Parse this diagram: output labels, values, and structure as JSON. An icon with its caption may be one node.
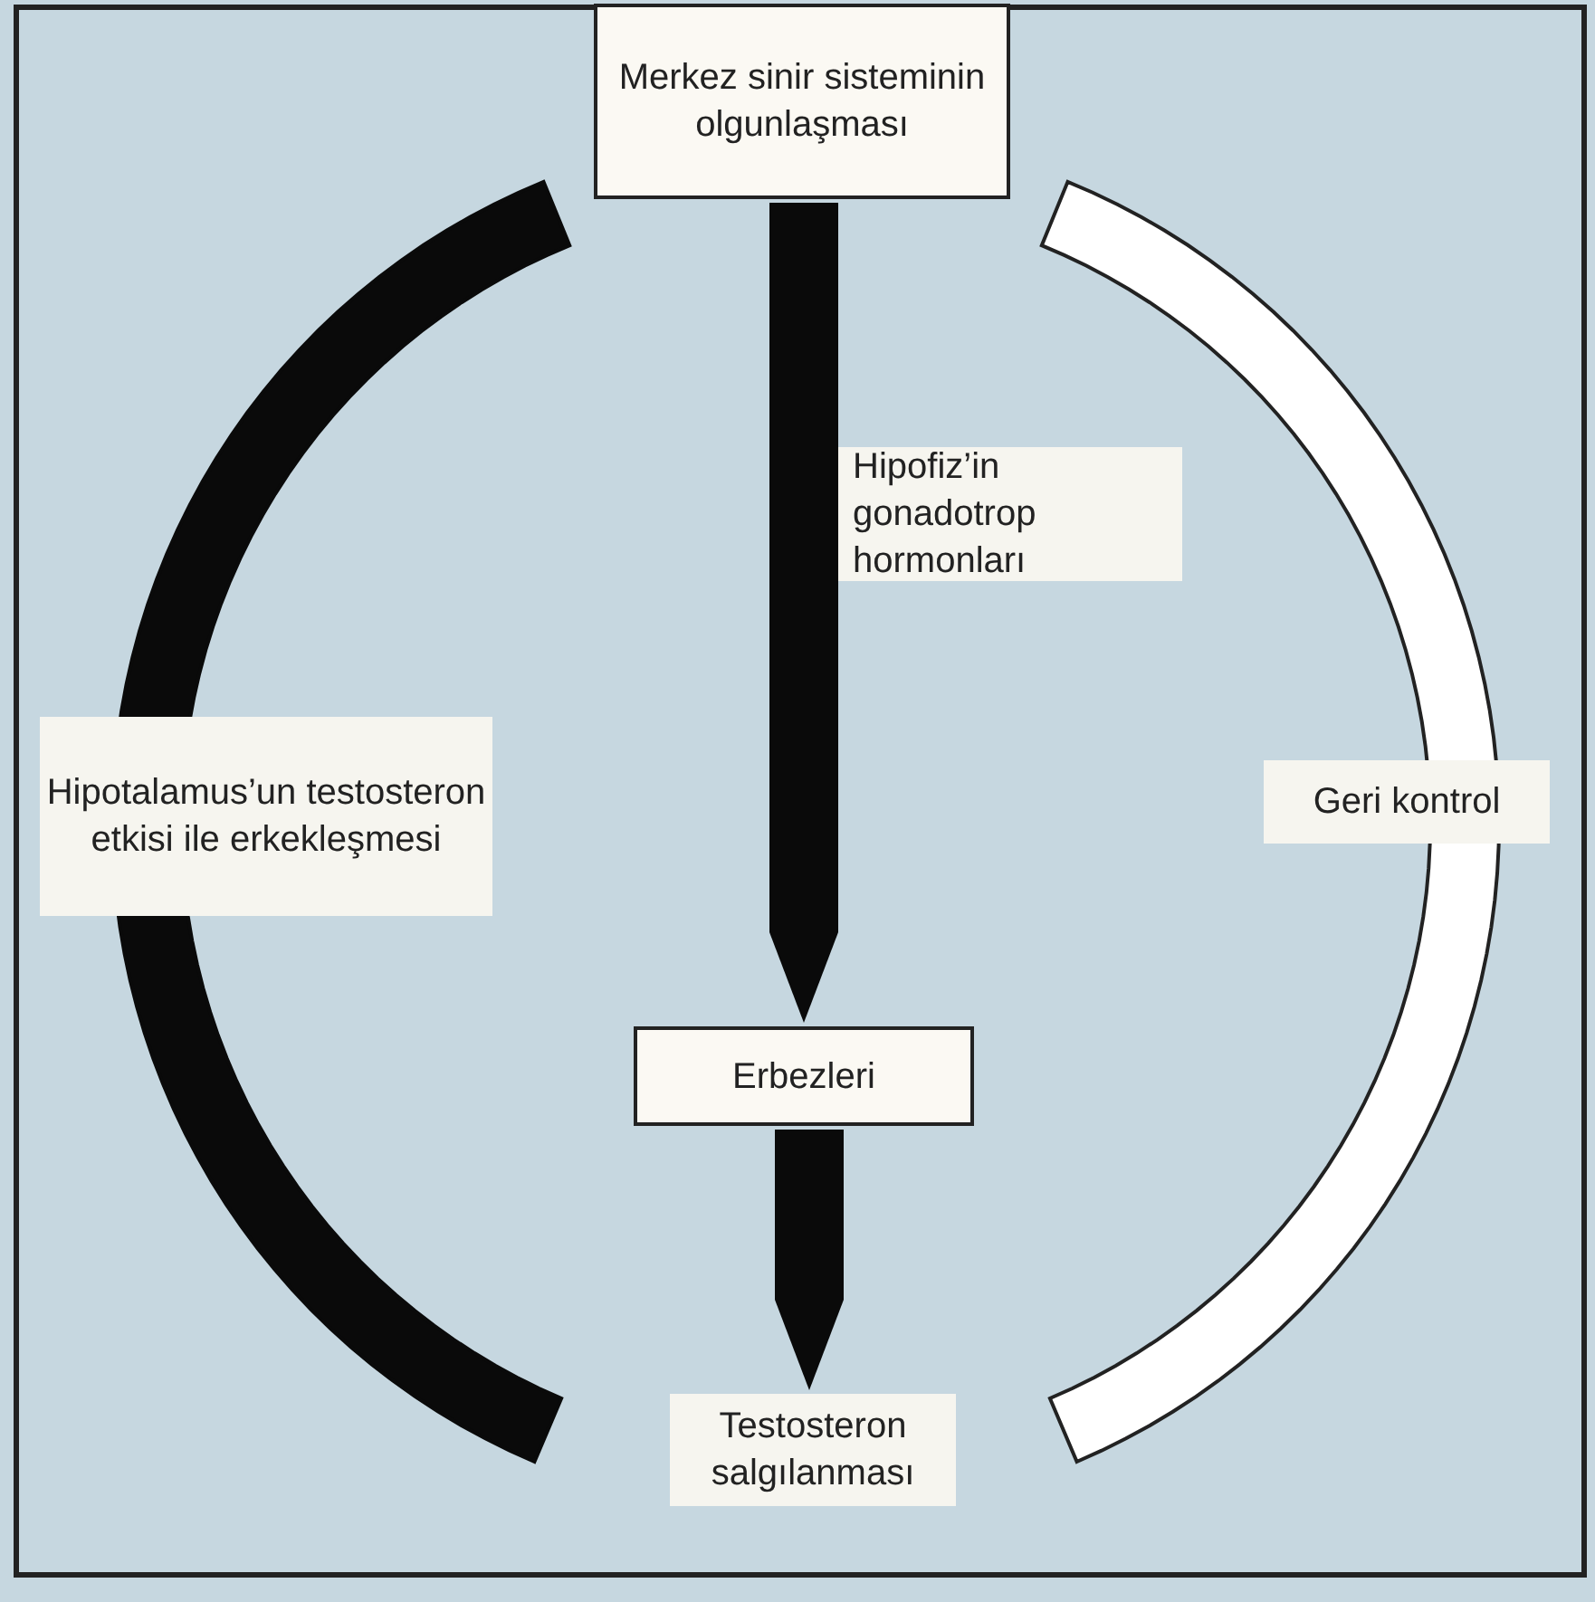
{
  "diagram": {
    "nodes": [
      {
        "text": [
          "Merkez sinir sisteminin olgunlaşması"
        ]
      },
      {
        "text": [
          "Erbezleri"
        ]
      },
      {
        "text": [
          "Testosteron salgılanması"
        ]
      }
    ],
    "edges": [
      {
        "from": 0,
        "to": 1,
        "arrow": "to",
        "label": "Hipofiz’in gonadotrop hormonları"
      },
      {
        "from": 1,
        "to": 2,
        "arrow": "to"
      },
      {
        "from": 2,
        "to": 0,
        "arrow": "none",
        "label": "Hipotalamus’un testosteron etkisi ile erkekleşmesi"
      },
      {
        "from": 2,
        "to": 0,
        "arrow": "none",
        "color": "#ffffff",
        "label": "Geri kontrol"
      }
    ]
  }
}
